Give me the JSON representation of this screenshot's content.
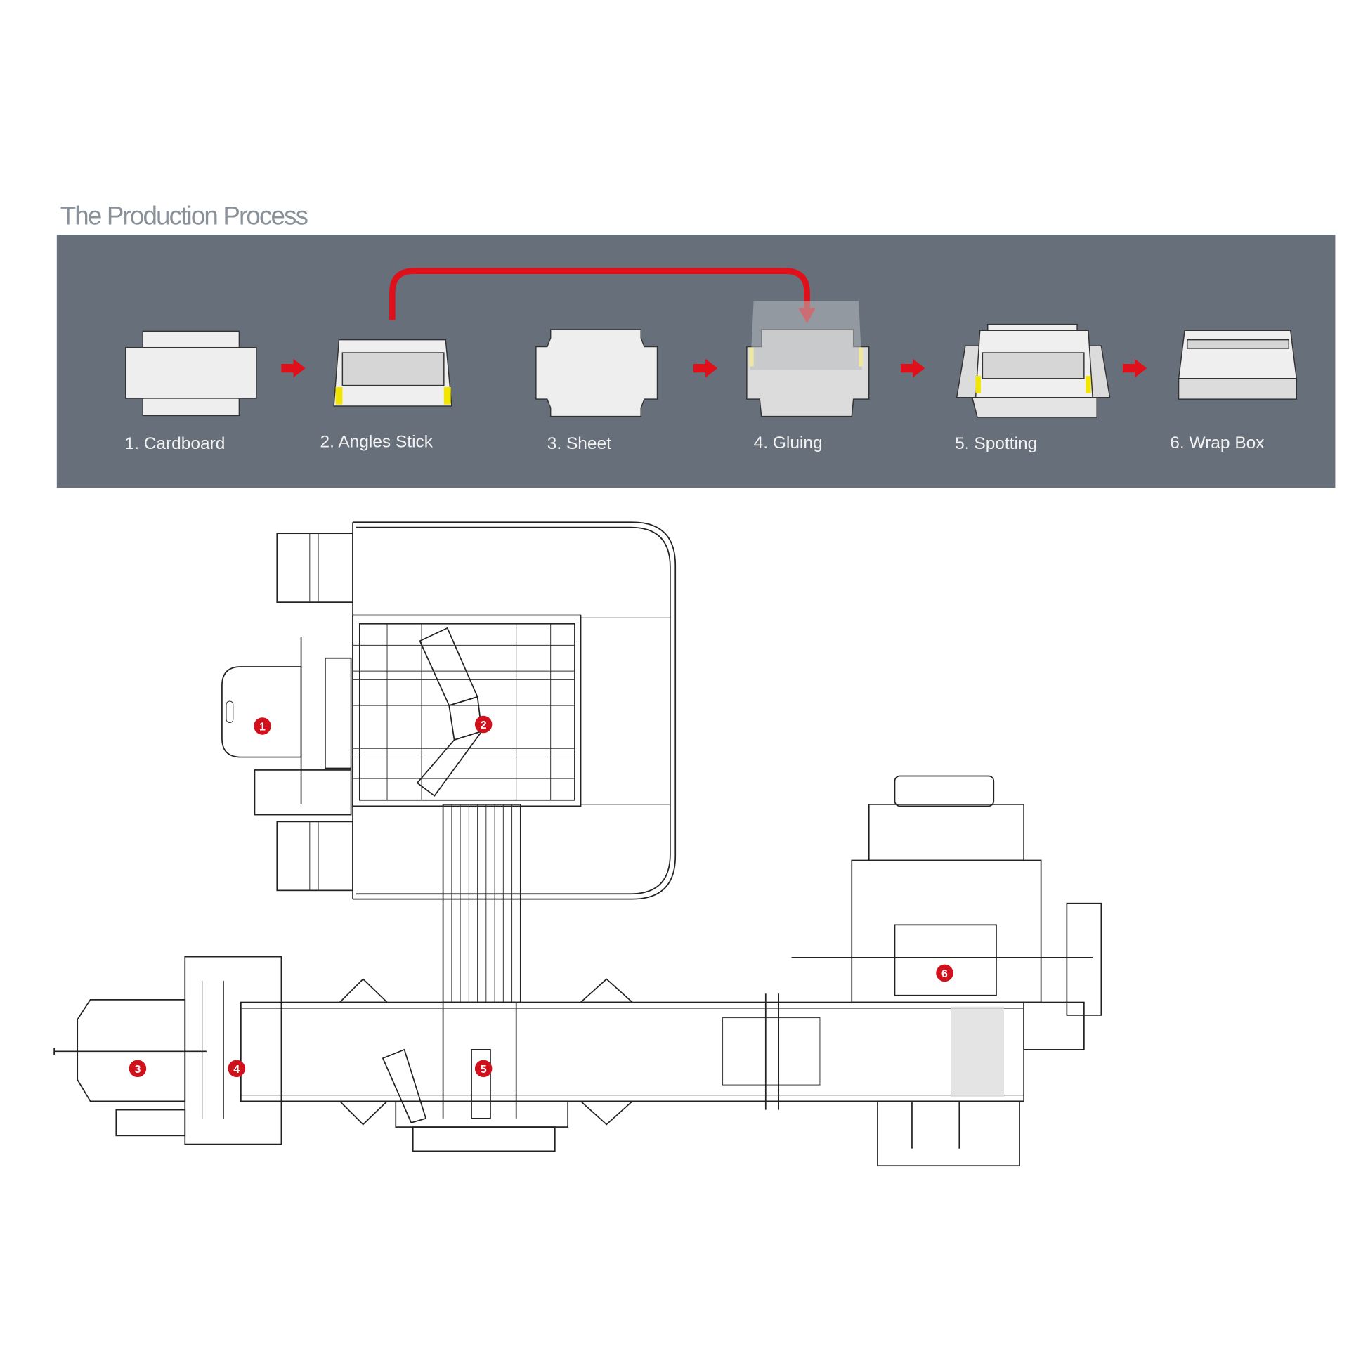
{
  "title": "The Production Process",
  "steps": [
    {
      "label": "1. Cardboard"
    },
    {
      "label": "2. Angles Stick"
    },
    {
      "label": "3. Sheet"
    },
    {
      "label": "4. Gluing"
    },
    {
      "label": "5. Spotting"
    },
    {
      "label": "6. Wrap Box"
    }
  ],
  "markers": [
    "1",
    "2",
    "3",
    "4",
    "5",
    "6"
  ],
  "colors": {
    "panel": "#67707a",
    "arrow": "#e0101a",
    "glue": "#f2e600",
    "marker": "#d0101a"
  }
}
